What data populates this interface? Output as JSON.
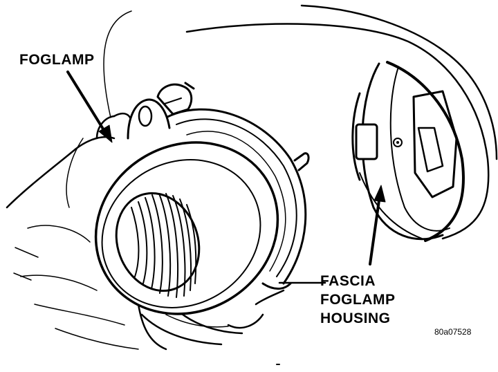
{
  "labels": {
    "foglamp": "FOGLAMP",
    "housing_line1": "FASCIA",
    "housing_line2": "FOGLAMP",
    "housing_line3": "HOUSING"
  },
  "figure_code": "80a07528",
  "colors": {
    "ink": "#000000",
    "paper": "#ffffff"
  }
}
